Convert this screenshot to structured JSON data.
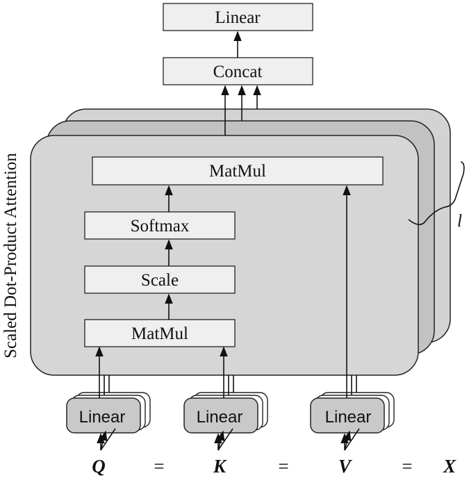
{
  "side_label": "Scaled Dot-Product Attention",
  "top": {
    "linear": "Linear",
    "concat": "Concat"
  },
  "attention": {
    "matmul_top": "MatMul",
    "softmax": "Softmax",
    "scale": "Scale",
    "matmul_bottom": "MatMul"
  },
  "heads_brace_label": "l",
  "input_linears": [
    "Linear",
    "Linear",
    "Linear"
  ],
  "inputs": {
    "q": "Q",
    "k": "K",
    "v": "V",
    "x": "X",
    "equals": "="
  },
  "colors": {
    "panel_front": "#d6d6d6",
    "panel_mid": "#c4c4c4",
    "panel_back": "#d3d3d3",
    "box_fill": "#efefef",
    "linear_fill": "#c9c9c9"
  }
}
